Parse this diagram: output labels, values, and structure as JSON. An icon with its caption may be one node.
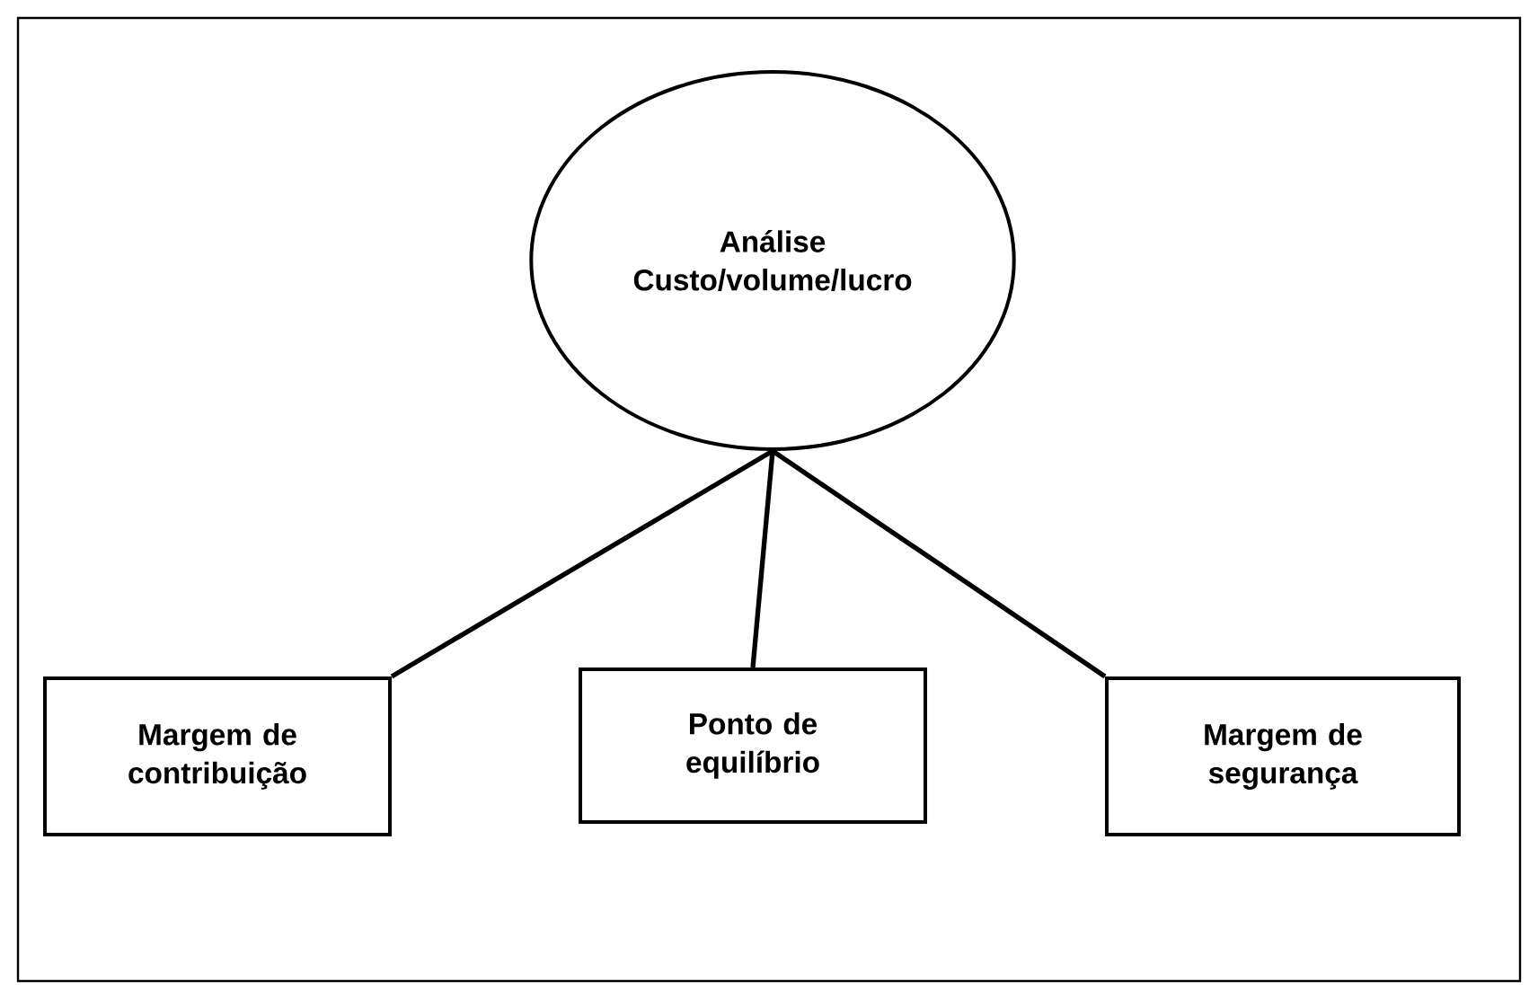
{
  "diagram": {
    "nodes": [
      {
        "text": [
          "Análise Custo/volume/lucro"
        ]
      },
      {
        "text": [
          "Margem de contribuição"
        ]
      },
      {
        "text": [
          "Ponto de equilíbrio"
        ]
      },
      {
        "text": [
          "Margem de segurança"
        ]
      }
    ],
    "edges": [
      {
        "from": 0,
        "to": 1,
        "arrow": "none"
      },
      {
        "from": 0,
        "to": 2,
        "arrow": "none"
      },
      {
        "from": 0,
        "to": 3,
        "arrow": "none"
      }
    ]
  }
}
